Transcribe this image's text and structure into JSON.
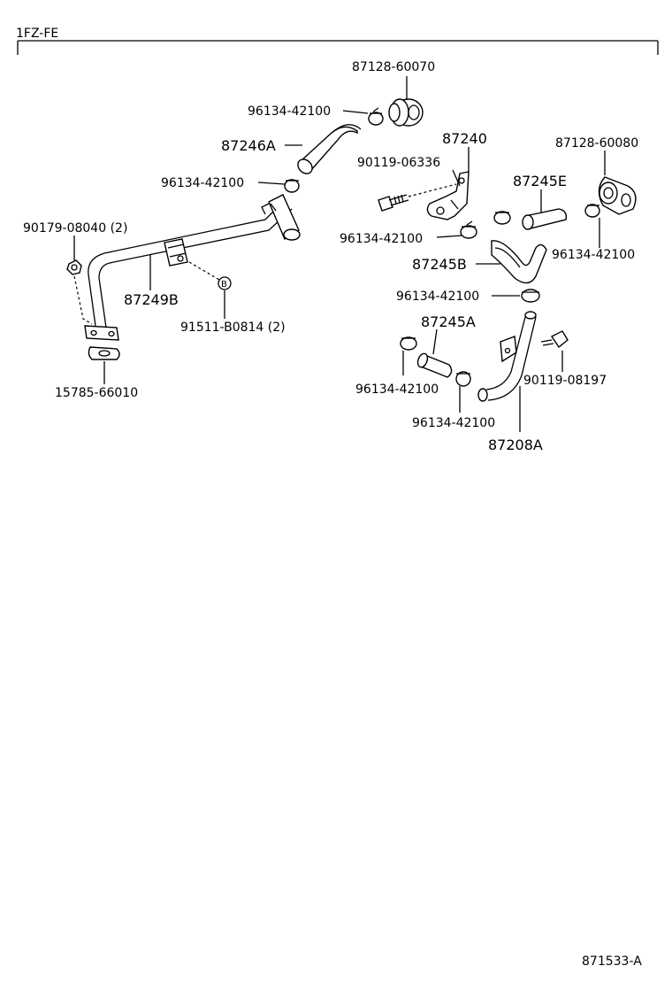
{
  "header": {
    "engine_code": "1FZ-FE"
  },
  "footer": {
    "diagram_id": "871533-A"
  },
  "callouts": {
    "ref_b": "B"
  },
  "labels": {
    "p87128_60070": "87128-60070",
    "p96134_top": "96134-42100",
    "p87246A": "87246A",
    "p96134_left": "96134-42100",
    "p87240": "87240",
    "p90119_06336": "90119-06336",
    "p87128_60080": "87128-60080",
    "p87245E": "87245E",
    "p90179_08040": "90179-08040 (2)",
    "p96134_mid": "96134-42100",
    "p96134_right": "96134-42100",
    "p87245B": "87245B",
    "p87249B": "87249B",
    "p91511_B0814": "91511-B0814 (2)",
    "p96134_center": "96134-42100",
    "p87245A": "87245A",
    "p15785_66010": "15785-66010",
    "p96134_lowleft": "96134-42100",
    "p90119_08197": "90119-08197",
    "p96134_lowmid": "96134-42100",
    "p87208A": "87208A"
  }
}
